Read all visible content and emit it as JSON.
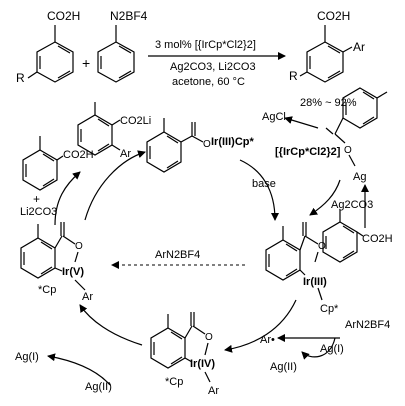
{
  "reaction": {
    "reactant_acid_group": "CO2H",
    "reactant_r_group": "R",
    "plus": "+",
    "reactant_diazonium": "N2BF4",
    "condition_catalyst": "3 mol% [{IrCp*Cl2}2]",
    "condition_reagents": "Ag2CO3, Li2CO3",
    "condition_solvent_temp": "acetone, 60 °C",
    "product_acid_group": "CO2H",
    "product_aryl": "Ar",
    "product_r_group": "R",
    "yield_range": "28% ~ 92%"
  },
  "cycle": {
    "start_acid_group": "CO2H",
    "start_plus": "+",
    "start_base": "Li2CO3",
    "product_lithium_salt": "CO2Li",
    "product_aryl": "Ar",
    "iriii_carboxylate_label": "Ir(III)Cp*",
    "catalyst_label": "[{IrCp*Cl2}2]",
    "agcl_label": "AgCl",
    "silver_benzoate_ag": "Ag",
    "ag2co3_label": "Ag2CO3",
    "toluic_acid_group": "CO2H",
    "base_label": "base",
    "iridacycle_metal": "Ir(III)",
    "iridacycle_cp": "Cp*",
    "dashed_reagent": "ArN2BF4",
    "irv_metal": "Ir(V)",
    "irv_cp": "*Cp",
    "irv_ar": "Ar",
    "iriv_metal": "Ir(IV)",
    "iriv_cp": "*Cp",
    "iriv_ar": "Ar",
    "aryl_radical": "Ar•",
    "diazonium_reagent": "ArN2BF4",
    "ag1_label": "Ag(I)",
    "ag2_label": "Ag(II)",
    "ag1_left_label": "Ag(I)",
    "ag2_left_label": "Ag(II)",
    "o_label": "O"
  }
}
